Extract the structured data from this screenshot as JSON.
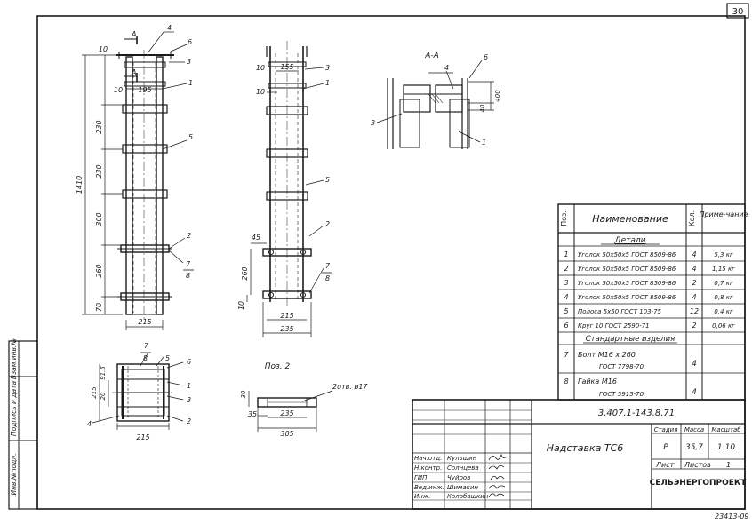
{
  "sheet": {
    "number": "30",
    "doc_code": "3.407.1-143.8.71",
    "corner_code": "23413-09"
  },
  "side_labels": [
    "Взам.инв.№",
    "Подпись и дата",
    "Инв.№подл."
  ],
  "views": {
    "section_title": "А-А",
    "cut_mark": "А",
    "pos2_title": "Поз. 2",
    "callouts": [
      "1",
      "2",
      "3",
      "4",
      "5",
      "6",
      "7",
      "8"
    ],
    "dims_main": [
      "10",
      "10",
      "195",
      "230",
      "230",
      "300",
      "260",
      "70",
      "215",
      "1410"
    ],
    "dims_side": [
      "10",
      "155",
      "10",
      "45",
      "260",
      "10",
      "215",
      "235"
    ],
    "dims_section": [
      "400",
      "40"
    ],
    "dims_plan": [
      "20",
      "91.5",
      "215",
      "215"
    ],
    "dims_pos2": [
      "30",
      "35",
      "235",
      "305"
    ],
    "hole_note": "2отв. ø17"
  },
  "spec_table": {
    "headers": {
      "pos": "Поз.",
      "name": "Наименование",
      "qty": "Кол.",
      "note": "Приме-чание"
    },
    "sections": {
      "details": "Детали",
      "std": "Стандартные изделия"
    },
    "rows": [
      {
        "pos": "1",
        "name": "Уголок 50х50х5 ГОСТ 8509-86",
        "qty": "4",
        "note": "5,3 кг"
      },
      {
        "pos": "2",
        "name": "Уголок 50х50х5 ГОСТ 8509-86",
        "qty": "4",
        "note": "1,15 кг"
      },
      {
        "pos": "3",
        "name": "Уголок 50х50х5 ГОСТ 8509-86",
        "qty": "2",
        "note": "0,7 кг"
      },
      {
        "pos": "4",
        "name": "Уголок 50х50х5 ГОСТ 8509-86",
        "qty": "4",
        "note": "0,8 кг"
      },
      {
        "pos": "5",
        "name": "Полоса 5х50 ГОСТ 103-75",
        "qty": "12",
        "note": "0,4 кг"
      },
      {
        "pos": "6",
        "name": "Круг 10 ГОСТ 2590-71",
        "qty": "2",
        "note": "0,06 кг"
      },
      {
        "pos": "7",
        "name": "Болт М16 х 260",
        "sub": "ГОСТ 7798-70",
        "qty": "4",
        "note": ""
      },
      {
        "pos": "8",
        "name": "Гайка М16",
        "sub": "ГОСТ 5915-70",
        "qty": "4",
        "note": ""
      }
    ]
  },
  "title_block": {
    "doc_title": "Надставка ТС6",
    "stage_label": "Стадия",
    "mass_label": "Масса",
    "scale_label": "Масштаб",
    "stage": "Р",
    "mass": "35,7",
    "scale": "1:10",
    "sheet_label": "Лист",
    "sheets_label": "Листов",
    "sheets": "1",
    "org": "СЕЛЬЭНЕРГОПРОЕКТ",
    "signatures": [
      {
        "role": "Нач.отд.",
        "name": "Кульшин"
      },
      {
        "role": "Н.контр.",
        "name": "Солнцева"
      },
      {
        "role": "ГИП",
        "name": "Чуйров"
      },
      {
        "role": "Вед.инж.",
        "name": "Шимакин"
      },
      {
        "role": "Инж.",
        "name": "Колобашкин"
      }
    ]
  }
}
